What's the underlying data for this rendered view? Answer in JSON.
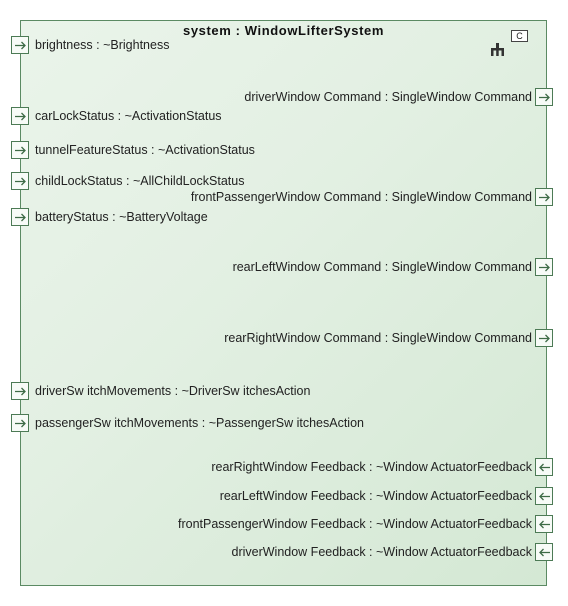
{
  "diagram": {
    "title": "system : WindowLifterSystem",
    "type_marker": "C",
    "icon": "composite-structure-icon",
    "colors": {
      "fill": "#e3f0e3",
      "border": "#5b8a63",
      "port_border": "#4c7a55"
    },
    "left_ports": [
      {
        "id": "brightness",
        "label": "brightness : ~Brightness",
        "direction": "in"
      },
      {
        "id": "carlockstatus",
        "label": "carLockStatus : ~ActivationStatus",
        "direction": "in"
      },
      {
        "id": "tunnelfeaturestatus",
        "label": "tunnelFeatureStatus : ~ActivationStatus",
        "direction": "in"
      },
      {
        "id": "childlockstatus",
        "label": "childLockStatus : ~AllChildLockStatus",
        "direction": "in"
      },
      {
        "id": "batterystatus",
        "label": "batteryStatus : ~BatteryVoltage",
        "direction": "in"
      },
      {
        "id": "driverswitchmovements",
        "label": "driverSw itchMovements : ~DriverSw itchesAction",
        "direction": "in"
      },
      {
        "id": "passengerswitchmovements",
        "label": "passengerSw itchMovements : ~PassengerSw itchesAction",
        "direction": "in"
      }
    ],
    "right_ports": [
      {
        "id": "driverwindowcommand",
        "label": "driverWindow Command : SingleWindow Command",
        "direction": "out"
      },
      {
        "id": "frontpassengerwindowcommand",
        "label": "frontPassengerWindow Command : SingleWindow Command",
        "direction": "out"
      },
      {
        "id": "rearleftwindowcommand",
        "label": "rearLeftWindow Command : SingleWindow Command",
        "direction": "out"
      },
      {
        "id": "rearrightwindowcommand",
        "label": "rearRightWindow Command : SingleWindow Command",
        "direction": "out"
      },
      {
        "id": "rearrightwindowfeedback",
        "label": "rearRightWindow Feedback : ~Window ActuatorFeedback",
        "direction": "in"
      },
      {
        "id": "rearleftwindowfeedback",
        "label": "rearLeftWindow Feedback : ~Window ActuatorFeedback",
        "direction": "in"
      },
      {
        "id": "frontpassengerwindowfeedback",
        "label": "frontPassengerWindow Feedback : ~Window ActuatorFeedback",
        "direction": "in"
      },
      {
        "id": "driverwindowfeedback",
        "label": "driverWindow Feedback : ~Window ActuatorFeedback",
        "direction": "in"
      }
    ]
  }
}
